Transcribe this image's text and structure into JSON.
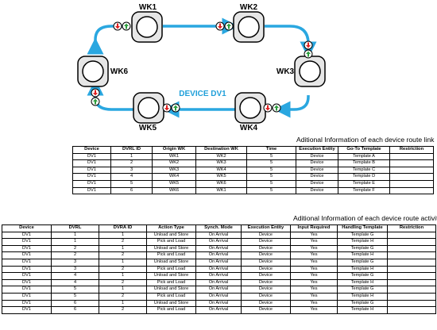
{
  "diagram": {
    "device_label": "DEVICE DV1",
    "stations": [
      {
        "id": "WK1",
        "label": "WK1"
      },
      {
        "id": "WK2",
        "label": "WK2"
      },
      {
        "id": "WK3",
        "label": "WK3"
      },
      {
        "id": "WK4",
        "label": "WK4"
      },
      {
        "id": "WK5",
        "label": "WK5"
      },
      {
        "id": "WK6",
        "label": "WK6"
      }
    ],
    "colors": {
      "route": "#2aa7e0",
      "label": "#1f9fd9",
      "up_arrow": "#2e9e3e",
      "down_arrow": "#e02020",
      "station_fill": "#e6e6e6",
      "station_inner": "#ffffff"
    },
    "icons": [
      "down-arrow-icon",
      "up-arrow-icon"
    ]
  },
  "links_table": {
    "caption": "Aditional Information of each device route link",
    "headers": [
      "Device",
      "DVRL ID",
      "Origin WK",
      "Destination WK",
      "Time",
      "Execution Entity",
      "Go-To Template",
      "Restriction"
    ],
    "rows": [
      [
        "DV1",
        "1",
        "WK1",
        "WK2",
        "5",
        "Device",
        "Template A",
        ""
      ],
      [
        "DV1",
        "2",
        "WK2",
        "WK3",
        "5",
        "Device",
        "Template B",
        ""
      ],
      [
        "DV1",
        "3",
        "WK3",
        "WK4",
        "5",
        "Device",
        "Template C",
        ""
      ],
      [
        "DV1",
        "4",
        "WK4",
        "WK5",
        "5",
        "Device",
        "Template D",
        ""
      ],
      [
        "DV1",
        "5",
        "WK5",
        "WK6",
        "5",
        "Device",
        "Template E",
        ""
      ],
      [
        "DV1",
        "6",
        "WK6",
        "WK1",
        "5",
        "Device",
        "Template F",
        ""
      ]
    ]
  },
  "activities_table": {
    "caption": "Aditional Information of each device route activity",
    "headers": [
      "Device",
      "DVRL",
      "DVRA ID",
      "Action Type",
      "Synch. Mode",
      "Execution Entity",
      "Input Required",
      "Handling Template",
      "Restriction"
    ],
    "rows": [
      [
        "DV1",
        "1",
        "1",
        "Unload and Store",
        "On Arrival",
        "Device",
        "Yes",
        "Template G",
        ""
      ],
      [
        "DV1",
        "1",
        "2",
        "Pick and Load",
        "On Arrival",
        "Device",
        "Yes",
        "Template H",
        ""
      ],
      [
        "DV1",
        "2",
        "1",
        "Unload and Store",
        "On Arrival",
        "Device",
        "Yes",
        "Template G",
        ""
      ],
      [
        "DV1",
        "2",
        "2",
        "Pick and Load",
        "On Arrival",
        "Device",
        "Yes",
        "Template H",
        ""
      ],
      [
        "DV1",
        "3",
        "1",
        "Unload and Store",
        "On Arrival",
        "Device",
        "Yes",
        "Template G",
        ""
      ],
      [
        "DV1",
        "3",
        "2",
        "Pick and Load",
        "On Arrival",
        "Device",
        "Yes",
        "Template H",
        ""
      ],
      [
        "DV1",
        "4",
        "1",
        "Unload and Store",
        "On Arrival",
        "Device",
        "Yes",
        "Template G",
        ""
      ],
      [
        "DV1",
        "4",
        "2",
        "Pick and Load",
        "On Arrival",
        "Device",
        "Yes",
        "Template H",
        ""
      ],
      [
        "DV1",
        "5",
        "1",
        "Unload and Store",
        "On Arrival",
        "Device",
        "Yes",
        "Template G",
        ""
      ],
      [
        "DV1",
        "5",
        "2",
        "Pick and Load",
        "On Arrival",
        "Device",
        "Yes",
        "Template H",
        ""
      ],
      [
        "DV1",
        "6",
        "1",
        "Unload and Store",
        "On Arrival",
        "Device",
        "Yes",
        "Template G",
        ""
      ],
      [
        "DV1",
        "6",
        "2",
        "Pick and Load",
        "On Arrival",
        "Device",
        "Yes",
        "Template H",
        ""
      ]
    ]
  }
}
